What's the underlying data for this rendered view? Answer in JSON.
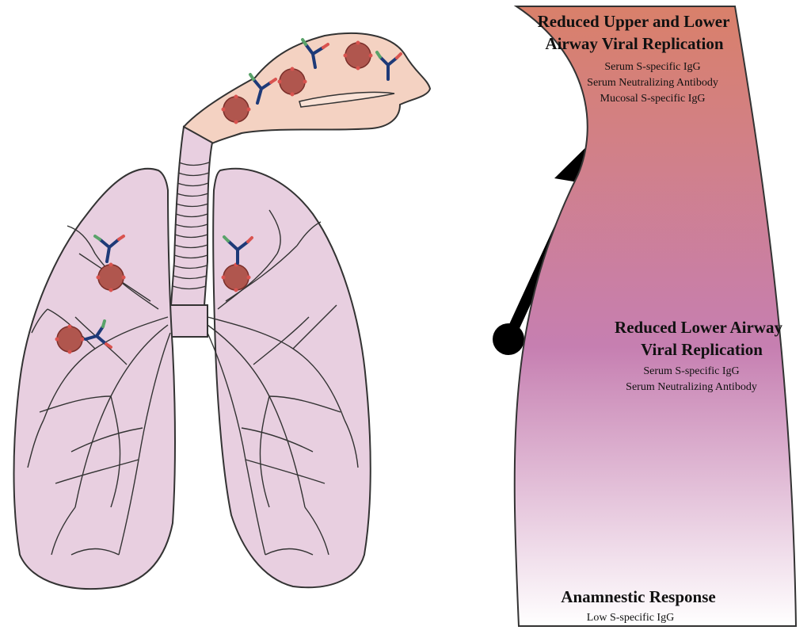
{
  "panel": {
    "top": {
      "heading_line1": "Reduced Upper and Lower",
      "heading_line2": "Airway Viral Replication",
      "items": [
        "Serum S-specific IgG",
        "Serum Neutralizing Antibody",
        "Mucosal S-specific IgG"
      ]
    },
    "middle": {
      "heading_line1": "Reduced Lower Airway",
      "heading_line2": "Viral Replication",
      "items": [
        "Serum S-specific IgG",
        "Serum Neutralizing Antibody"
      ]
    },
    "bottom": {
      "heading": "Anamnestic Response",
      "items": [
        "Low S-specific IgG"
      ]
    }
  },
  "colors": {
    "lung_fill": "#e8cfe0",
    "lung_outline": "#333333",
    "airway_fill": "#f4d2c2",
    "virus": "#b0564e",
    "antibody_heavy": "#1e3a78",
    "antibody_tip_green": "#5aa36a",
    "antibody_tip_red": "#d9534f",
    "gradient_top": "#d9806a",
    "gradient_mid": "#c77db0",
    "gradient_bottom": "#ffffff",
    "arrow": "#000000"
  }
}
